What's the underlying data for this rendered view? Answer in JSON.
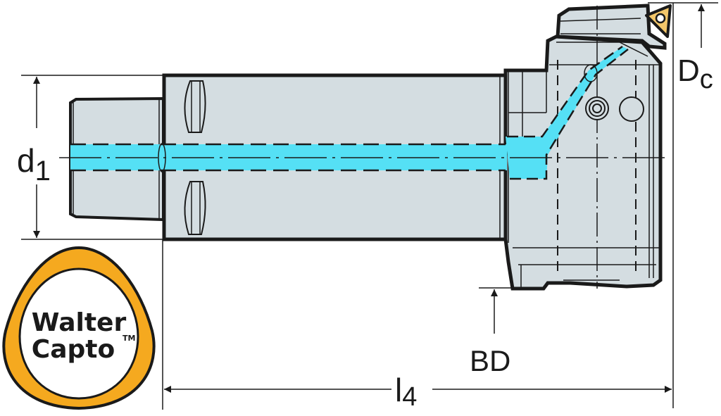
{
  "drawing": {
    "title": "Walter Capto boring bar adaptor with insert",
    "colors": {
      "body": "#d4dde1",
      "coolant": "#55e0f5",
      "insert": "#f4c76a",
      "logo_ring": "#f5a91f",
      "line": "#1a1a1a"
    }
  },
  "dimensions": {
    "d1": {
      "main": "d",
      "sub": "1"
    },
    "dc": {
      "main": "D",
      "sub": "c"
    },
    "bd": {
      "main": "BD"
    },
    "l4": {
      "main": "l",
      "sub": "4"
    }
  },
  "logo": {
    "line1": "Walter",
    "line2": "Capto",
    "tm": "TM"
  }
}
